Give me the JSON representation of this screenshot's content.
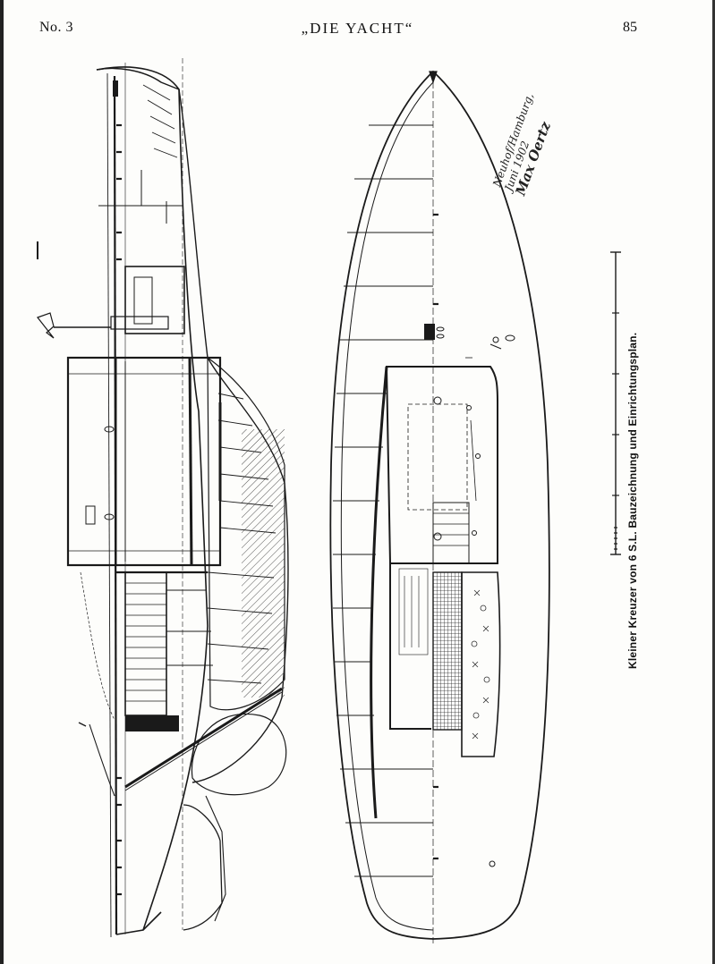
{
  "header": {
    "issue": "No. 3",
    "journal": "„DIE YACHT“",
    "page_number": "85"
  },
  "figure": {
    "caption": "Kleiner Kreuzer von 6 S.L.  Bauzeichnung und Einrichtungsplan.",
    "signature_lines": [
      "Neuhof/Hamburg,",
      "Juni 1902",
      "Max Oertz"
    ]
  },
  "colors": {
    "ink": "#1a1a1a",
    "paper": "#fdfdfb",
    "hatch": "#333333"
  }
}
